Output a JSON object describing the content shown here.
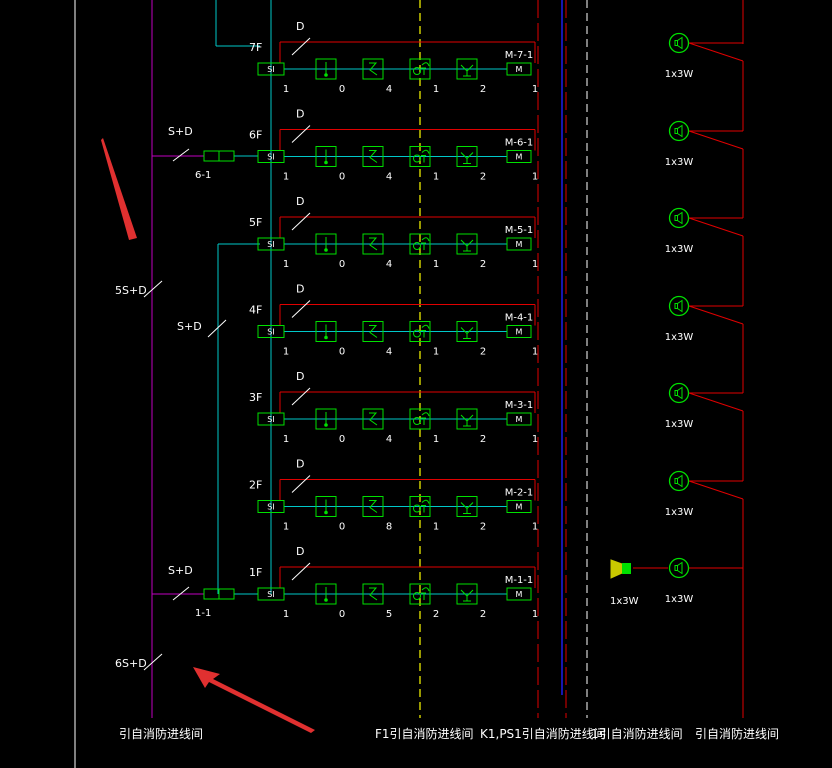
{
  "colors": {
    "background": "#000000",
    "magenta": "#c000c0",
    "cyan": "#00c8c8",
    "green": "#00e000",
    "red": "#e00000",
    "yellow": "#ffff00",
    "blue": "#2020ff",
    "white": "#ffffff",
    "annotation_arrow": "#e03030"
  },
  "left_riser": {
    "label_top": "5S+D",
    "label_bottom": "6S+D"
  },
  "cables": {
    "floor_branch": "D",
    "feed_top": "S+D",
    "feed_mid": "S+D",
    "feed_bottom": "S+D"
  },
  "junction_boxes": [
    "6-1",
    "1-1"
  ],
  "module_label": "SI",
  "floors": [
    {
      "name": "7F",
      "counts": [
        "1",
        "0",
        "4",
        "1",
        "2",
        "1"
      ],
      "module": "M-7-1"
    },
    {
      "name": "6F",
      "counts": [
        "1",
        "0",
        "4",
        "1",
        "2",
        "1"
      ],
      "module": "M-6-1"
    },
    {
      "name": "5F",
      "counts": [
        "1",
        "0",
        "4",
        "1",
        "2",
        "1"
      ],
      "module": "M-5-1"
    },
    {
      "name": "4F",
      "counts": [
        "1",
        "0",
        "4",
        "1",
        "2",
        "1"
      ],
      "module": "M-4-1"
    },
    {
      "name": "3F",
      "counts": [
        "1",
        "0",
        "4",
        "1",
        "2",
        "1"
      ],
      "module": "M-3-1"
    },
    {
      "name": "2F",
      "counts": [
        "1",
        "0",
        "8",
        "1",
        "2",
        "1"
      ],
      "module": "M-2-1"
    },
    {
      "name": "1F",
      "counts": [
        "1",
        "0",
        "5",
        "2",
        "2",
        "1"
      ],
      "module": "M-1-1"
    }
  ],
  "speakers": {
    "ceiling_label": "1x3W",
    "wall_label": "1x3W"
  },
  "bottom_labels": {
    "left": "引自消防进线间",
    "f1": "F1引自消防进线间",
    "k1": "K1,PS1引自消防进线间",
    "broadcast_1": "1引自消防进线间",
    "right": "引自消防进线间"
  }
}
